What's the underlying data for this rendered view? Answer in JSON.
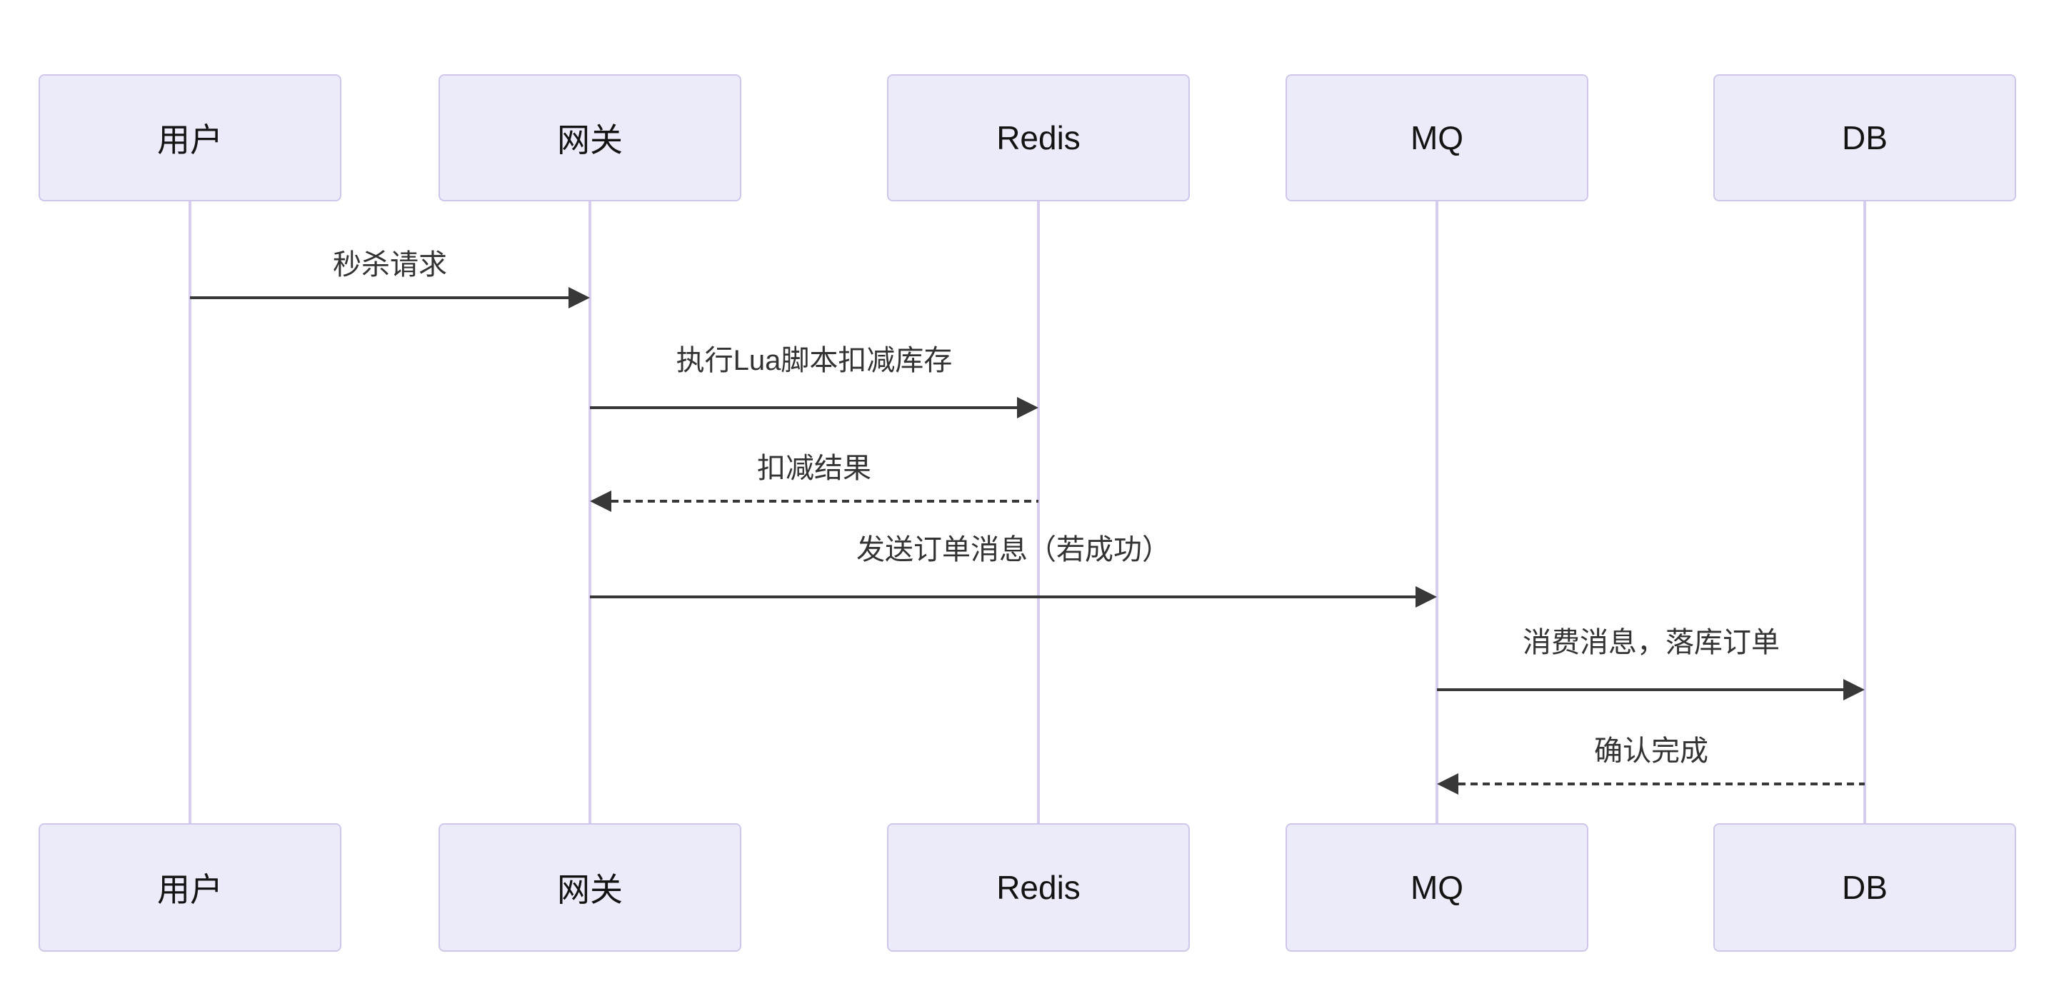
{
  "diagram": {
    "type": "sequence-diagram",
    "background_color": "#ffffff",
    "colors": {
      "actor_fill": "#ECEBF9",
      "actor_border": "#CFC7EA",
      "lifeline": "#D7CDEE",
      "arrow": "#383838",
      "message_text": "#333333",
      "actor_text": "#141414"
    },
    "actors": [
      {
        "id": "user",
        "label": "用户"
      },
      {
        "id": "gateway",
        "label": "网关"
      },
      {
        "id": "redis",
        "label": "Redis"
      },
      {
        "id": "mq",
        "label": "MQ"
      },
      {
        "id": "db",
        "label": "DB"
      }
    ],
    "messages": [
      {
        "from": "用户",
        "to": "网关",
        "label": "秒杀请求",
        "line_style": "solid"
      },
      {
        "from": "网关",
        "to": "Redis",
        "label": "执行Lua脚本扣减库存",
        "line_style": "solid"
      },
      {
        "from": "Redis",
        "to": "网关",
        "label": "扣减结果",
        "line_style": "dashed"
      },
      {
        "from": "网关",
        "to": "MQ",
        "label": "发送订单消息（若成功）",
        "line_style": "solid"
      },
      {
        "from": "MQ",
        "to": "DB",
        "label": "消费消息，落库订单",
        "line_style": "solid"
      },
      {
        "from": "DB",
        "to": "MQ",
        "label": "确认完成",
        "line_style": "dashed"
      }
    ]
  }
}
